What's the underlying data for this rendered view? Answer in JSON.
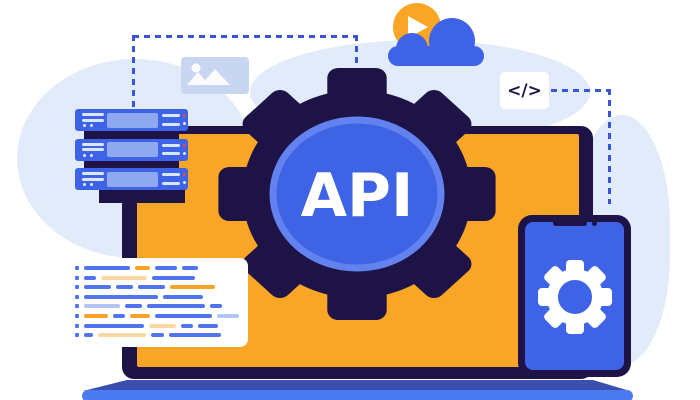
{
  "illustration": {
    "api_label": "API",
    "code_tag_label": "</>"
  },
  "colors": {
    "navy": "#1e1347",
    "blue": "#3e63e6",
    "ring": "#6283ef",
    "orange": "#f9a525",
    "blob": "#e2ebfa",
    "base": "#3a4fae",
    "bar": "#4b79f2",
    "server-panel": "#8fa9f0",
    "server-line": "#d9e6fb",
    "red": "#e8484f",
    "code-blue": "#4f74ee",
    "code-blue-light": "#b3c4f4",
    "code-orange": "#f6a427",
    "code-orange-light": "#f8d9a4",
    "dash": "#3a55d8",
    "img-ph": "#c9d6f2",
    "white": "#ffffff"
  },
  "server_rack": {
    "unit_count": 3
  },
  "code_panel": {
    "rows": [
      [
        {
          "c": "b",
          "w": 46
        },
        {
          "c": "o",
          "w": 15
        },
        {
          "c": "b",
          "w": 22
        },
        {
          "c": "b",
          "w": 16
        }
      ],
      [
        {
          "c": "b",
          "w": 12
        },
        {
          "c": "lo",
          "w": 46
        },
        {
          "c": "b",
          "w": 43
        }
      ],
      [
        {
          "c": "b",
          "w": 27
        },
        {
          "c": "b",
          "w": 17
        },
        {
          "c": "b",
          "w": 27
        },
        {
          "c": "o",
          "w": 45
        }
      ],
      [
        {
          "c": "b",
          "w": 74
        },
        {
          "c": "b",
          "w": 40
        }
      ],
      [
        {
          "c": "lb",
          "w": 36
        },
        {
          "c": "b",
          "w": 17
        },
        {
          "c": "b",
          "w": 58
        },
        {
          "c": "b",
          "w": 12
        }
      ],
      [
        {
          "c": "o",
          "w": 24
        },
        {
          "c": "b",
          "w": 12
        },
        {
          "c": "o",
          "w": 20
        },
        {
          "c": "b",
          "w": 57
        },
        {
          "c": "lb",
          "w": 22
        }
      ],
      [
        {
          "c": "b",
          "w": 60
        },
        {
          "c": "lo",
          "w": 27
        },
        {
          "c": "b",
          "w": 12
        },
        {
          "c": "b",
          "w": 20
        }
      ],
      [
        {
          "c": "b",
          "w": 9
        },
        {
          "c": "lo",
          "w": 48
        },
        {
          "c": "b",
          "w": 13
        },
        {
          "c": "b",
          "w": 52
        }
      ]
    ]
  }
}
